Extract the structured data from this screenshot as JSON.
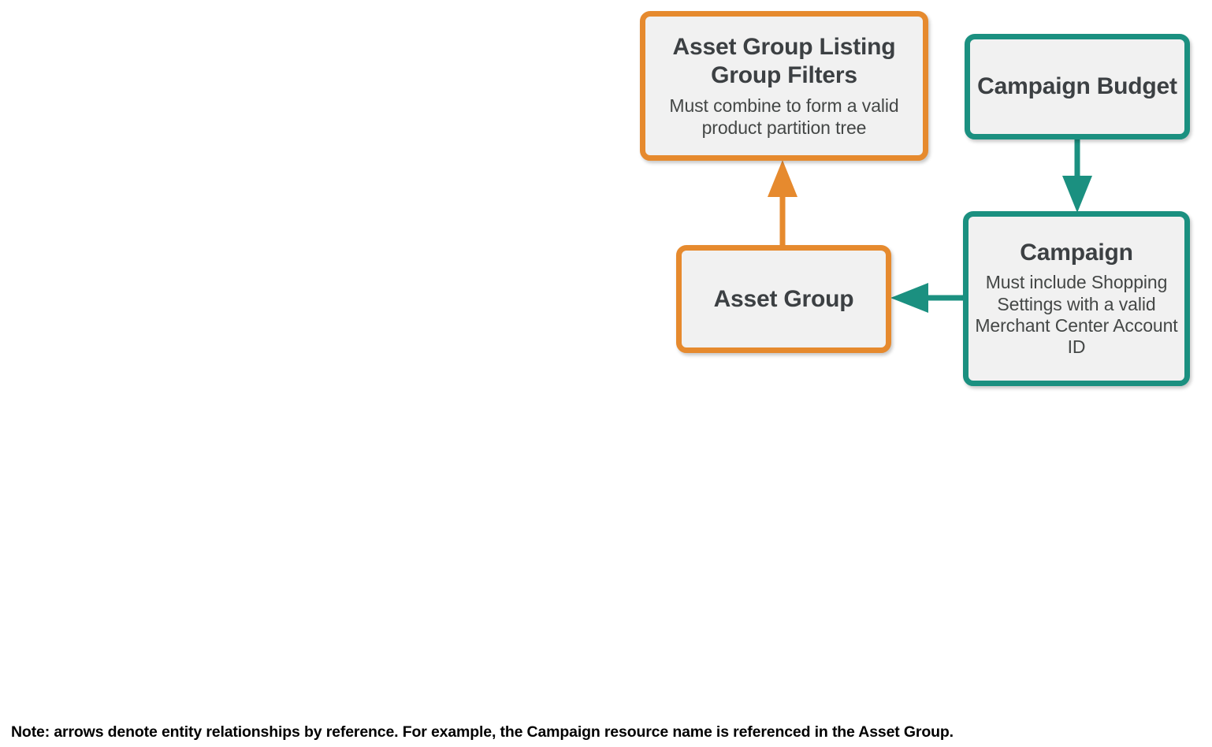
{
  "diagram": {
    "colors": {
      "orange": "#e68a2e",
      "teal": "#1b9080",
      "node_fill": "#f1f1f1",
      "title_text": "#3c4043",
      "desc_text": "#444746",
      "note_text": "#000000"
    },
    "nodes": [
      {
        "id": "asset-group-listing-group-filters",
        "title": "Asset Group Listing Group Filters",
        "description": "Must combine to form a valid product partition tree",
        "accent": "orange"
      },
      {
        "id": "campaign-budget",
        "title": "Campaign Budget",
        "description": "",
        "accent": "teal"
      },
      {
        "id": "asset-group",
        "title": "Asset Group",
        "description": "",
        "accent": "orange"
      },
      {
        "id": "campaign",
        "title": "Campaign",
        "description": "Must include Shopping Settings with a valid Merchant Center Account ID",
        "accent": "teal"
      }
    ],
    "edges": [
      {
        "id": "asset-group-to-listing-group-filters",
        "from": "asset-group",
        "to": "asset-group-listing-group-filters",
        "direction": "up",
        "color": "#e68a2e"
      },
      {
        "id": "campaign-budget-to-campaign",
        "from": "campaign-budget",
        "to": "campaign",
        "direction": "down",
        "color": "#1b9080"
      },
      {
        "id": "campaign-to-asset-group",
        "from": "campaign",
        "to": "asset-group",
        "direction": "left",
        "color": "#1b9080"
      }
    ],
    "note": "Note: arrows denote entity relationships by reference. For example, the Campaign resource name is referenced in the Asset Group."
  }
}
